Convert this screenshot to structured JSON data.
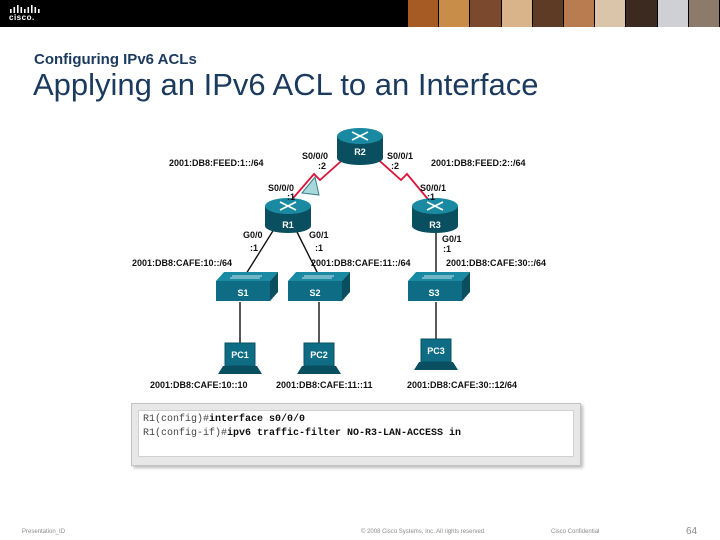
{
  "header": {
    "logo_text": "cisco.",
    "photo_colors": [
      "#a65a24",
      "#c98d4a",
      "#7b4a2e",
      "#d9b48a",
      "#5e3b25",
      "#b97c50",
      "#dac5aa",
      "#3c2a20",
      "#cfcfd6",
      "#8c7a6b"
    ]
  },
  "slide": {
    "subtitle": "Configuring IPv6 ACLs",
    "title": "Applying an IPv6 ACL to an Interface"
  },
  "topology": {
    "routers": {
      "r2": "R2",
      "r1": "R1",
      "r3": "R3"
    },
    "switches": {
      "s1": "S1",
      "s2": "S2",
      "s3": "S3"
    },
    "pcs": {
      "pc1": "PC1",
      "pc2": "PC2",
      "pc3": "PC3"
    },
    "wan_links": {
      "left_network": "2001:DB8:FEED:1::/64",
      "right_network": "2001:DB8:FEED:2::/64",
      "r2_left_if": "S0/0/0",
      "r2_left_addr": ":2",
      "r2_right_if": "S0/0/1",
      "r2_right_addr": ":2",
      "r1_if": "S0/0/0",
      "r1_addr": ":1",
      "r3_if": "S0/0/1",
      "r3_addr": ":1"
    },
    "lan_links": {
      "r1_g00_if": "G0/0",
      "r1_g00_addr": ":1",
      "r1_g01_if": "G0/1",
      "r1_g01_addr": ":1",
      "r3_g01_if": "G0/1",
      "r3_g01_addr": ":1",
      "net1": "2001:DB8:CAFE:10::/64",
      "net2": "2001:DB8:CAFE:11::/64",
      "net3": "2001:DB8:CAFE:30::/64"
    },
    "hosts": {
      "pc1_addr": "2001:DB8:CAFE:10::10",
      "pc2_addr": "2001:DB8:CAFE:11::11",
      "pc3_addr": "2001:DB8:CAFE:30::12/64"
    },
    "colors": {
      "device": "#0e6d84",
      "device_dark": "#0a4f60",
      "serial_link": "#d9163a",
      "acl_marker": "#a8d8dc"
    }
  },
  "cli": {
    "line1_prompt": "R1(config)#",
    "line1_cmd": "interface s0/0/0",
    "line2_prompt": "R1(config-if)#",
    "line2_cmd": "ipv6 traffic-filter NO-R3-LAN-ACCESS in"
  },
  "footer": {
    "left": "Presentation_ID",
    "center": "© 2008 Cisco Systems, Inc. All rights reserved.",
    "right": "Cisco Confidential",
    "page": "64"
  }
}
